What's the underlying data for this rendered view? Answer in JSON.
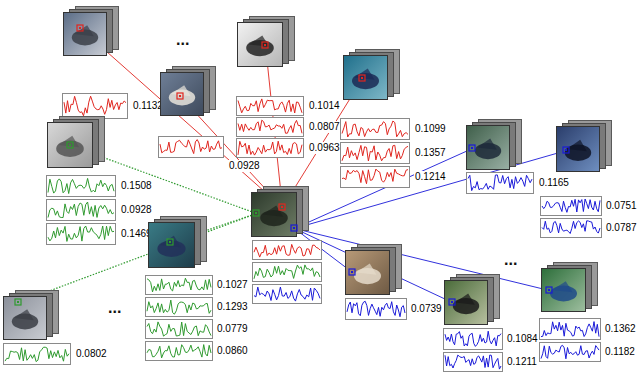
{
  "diagram": {
    "nodes": [
      {
        "text": []
      },
      {
        "text": [
          "0.1132"
        ]
      },
      {
        "text": [
          "0.1014",
          "0.0807",
          "0.0963"
        ]
      },
      {
        "text": [
          "0.0928"
        ]
      },
      {
        "text": [
          "0.1099",
          "0.1357",
          "0.1214"
        ]
      },
      {
        "text": [
          "0.1508",
          "0.0928",
          "0.1469"
        ]
      },
      {
        "text": [
          "0.1027",
          "0.1293",
          "0.0779",
          "0.0860"
        ]
      },
      {
        "text": [
          "0.0802"
        ]
      },
      {
        "text": [
          "0.1165"
        ]
      },
      {
        "text": [
          "0.0751",
          "0.0787"
        ]
      },
      {
        "text": [
          "0.0739"
        ]
      },
      {
        "text": [
          "0.1084",
          "0.1211"
        ]
      },
      {
        "text": [
          "0.1362",
          "0.1182"
        ]
      }
    ],
    "edges": [
      {
        "from": 0,
        "to": 1,
        "arrow": "none"
      },
      {
        "from": 0,
        "to": 2,
        "arrow": "none"
      },
      {
        "from": 0,
        "to": 3,
        "arrow": "none"
      },
      {
        "from": 0,
        "to": 4,
        "arrow": "none"
      },
      {
        "from": 0,
        "to": 5,
        "arrow": "none"
      },
      {
        "from": 0,
        "to": 6,
        "arrow": "none"
      },
      {
        "from": 0,
        "to": 7,
        "arrow": "none"
      },
      {
        "from": 0,
        "to": 8,
        "arrow": "none"
      },
      {
        "from": 0,
        "to": 9,
        "arrow": "none"
      },
      {
        "from": 0,
        "to": 10,
        "arrow": "none"
      },
      {
        "from": 0,
        "to": 11,
        "arrow": "none"
      },
      {
        "from": 0,
        "to": 12,
        "arrow": "none"
      }
    ],
    "labels": [
      "...",
      "...",
      "..."
    ]
  }
}
